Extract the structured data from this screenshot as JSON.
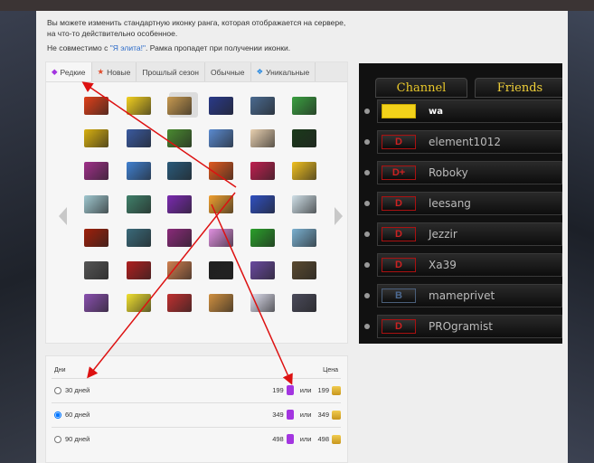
{
  "intro": {
    "line1": "Вы можете изменить стандартную иконку ранга, которая отображается на сервере, на что-то действительно особенное.",
    "line2_pre": "Не совместимо с ",
    "line2_link": "\"Я элита!\"",
    "line2_post": ". Рамка пропадет при получении иконки."
  },
  "tabs": [
    {
      "label": "Редкие",
      "icon": "gem-icon"
    },
    {
      "label": "Новые",
      "icon": "star-icon"
    },
    {
      "label": "Прошлый сезон"
    },
    {
      "label": "Обычные"
    },
    {
      "label": "Уникальные",
      "icon": "diamond-icon"
    }
  ],
  "icons": [
    [
      "#e0401a",
      "#f2d020",
      "#c89a50",
      "#2a3a8a",
      "#4a6a90",
      "#3aa040"
    ],
    [
      "#d8b010",
      "#3a5aa0",
      "#4a8a30",
      "#5a8ad0",
      "#e8d0b0",
      "#1a3a1a"
    ],
    [
      "#a0308a",
      "#4080d0",
      "#2a5a7a",
      "#e05a20",
      "#c02050",
      "#f0c020"
    ],
    [
      "#a0c8d0",
      "#40806a",
      "#7a2ab0",
      "#f0a030",
      "#3050c0",
      "#d0e0e8"
    ],
    [
      "#a0200a",
      "#3a6a7a",
      "#8a2a7a",
      "#e090e0",
      "#2aa02a",
      "#7ab0d0"
    ],
    [
      "#555555",
      "#b02020",
      "#d08050",
      "#202020",
      "#6a4aa0",
      "#5a4a30"
    ],
    [
      "#8a50b0",
      "#f0e030",
      "#c03030",
      "#d09040",
      "#e0e0f0",
      "#4a4a5a"
    ]
  ],
  "colors": {
    "arrow": "#dd1111",
    "accent": "#2a6ac8"
  },
  "game": {
    "tabs": [
      "Channel",
      "Friends"
    ],
    "users": [
      {
        "badge": "",
        "name": "wa"
      },
      {
        "badge": "D",
        "name": "element1012"
      },
      {
        "badge": "D+",
        "name": "Roboky"
      },
      {
        "badge": "D",
        "name": "leesang"
      },
      {
        "badge": "D",
        "name": "Jezzir"
      },
      {
        "badge": "D",
        "name": "Xa39"
      },
      {
        "badge": "B",
        "name": "mameprivet"
      },
      {
        "badge": "D",
        "name": "PROgramist"
      }
    ]
  },
  "price": {
    "days_header": "Дни",
    "price_header": "Цена",
    "or": "или",
    "rows": [
      {
        "days": "30 дней",
        "gems": "199",
        "gold": "199",
        "checked": false
      },
      {
        "days": "60 дней",
        "gems": "349",
        "gold": "349",
        "checked": true
      },
      {
        "days": "90 дней",
        "gems": "498",
        "gold": "498",
        "checked": false
      }
    ]
  }
}
